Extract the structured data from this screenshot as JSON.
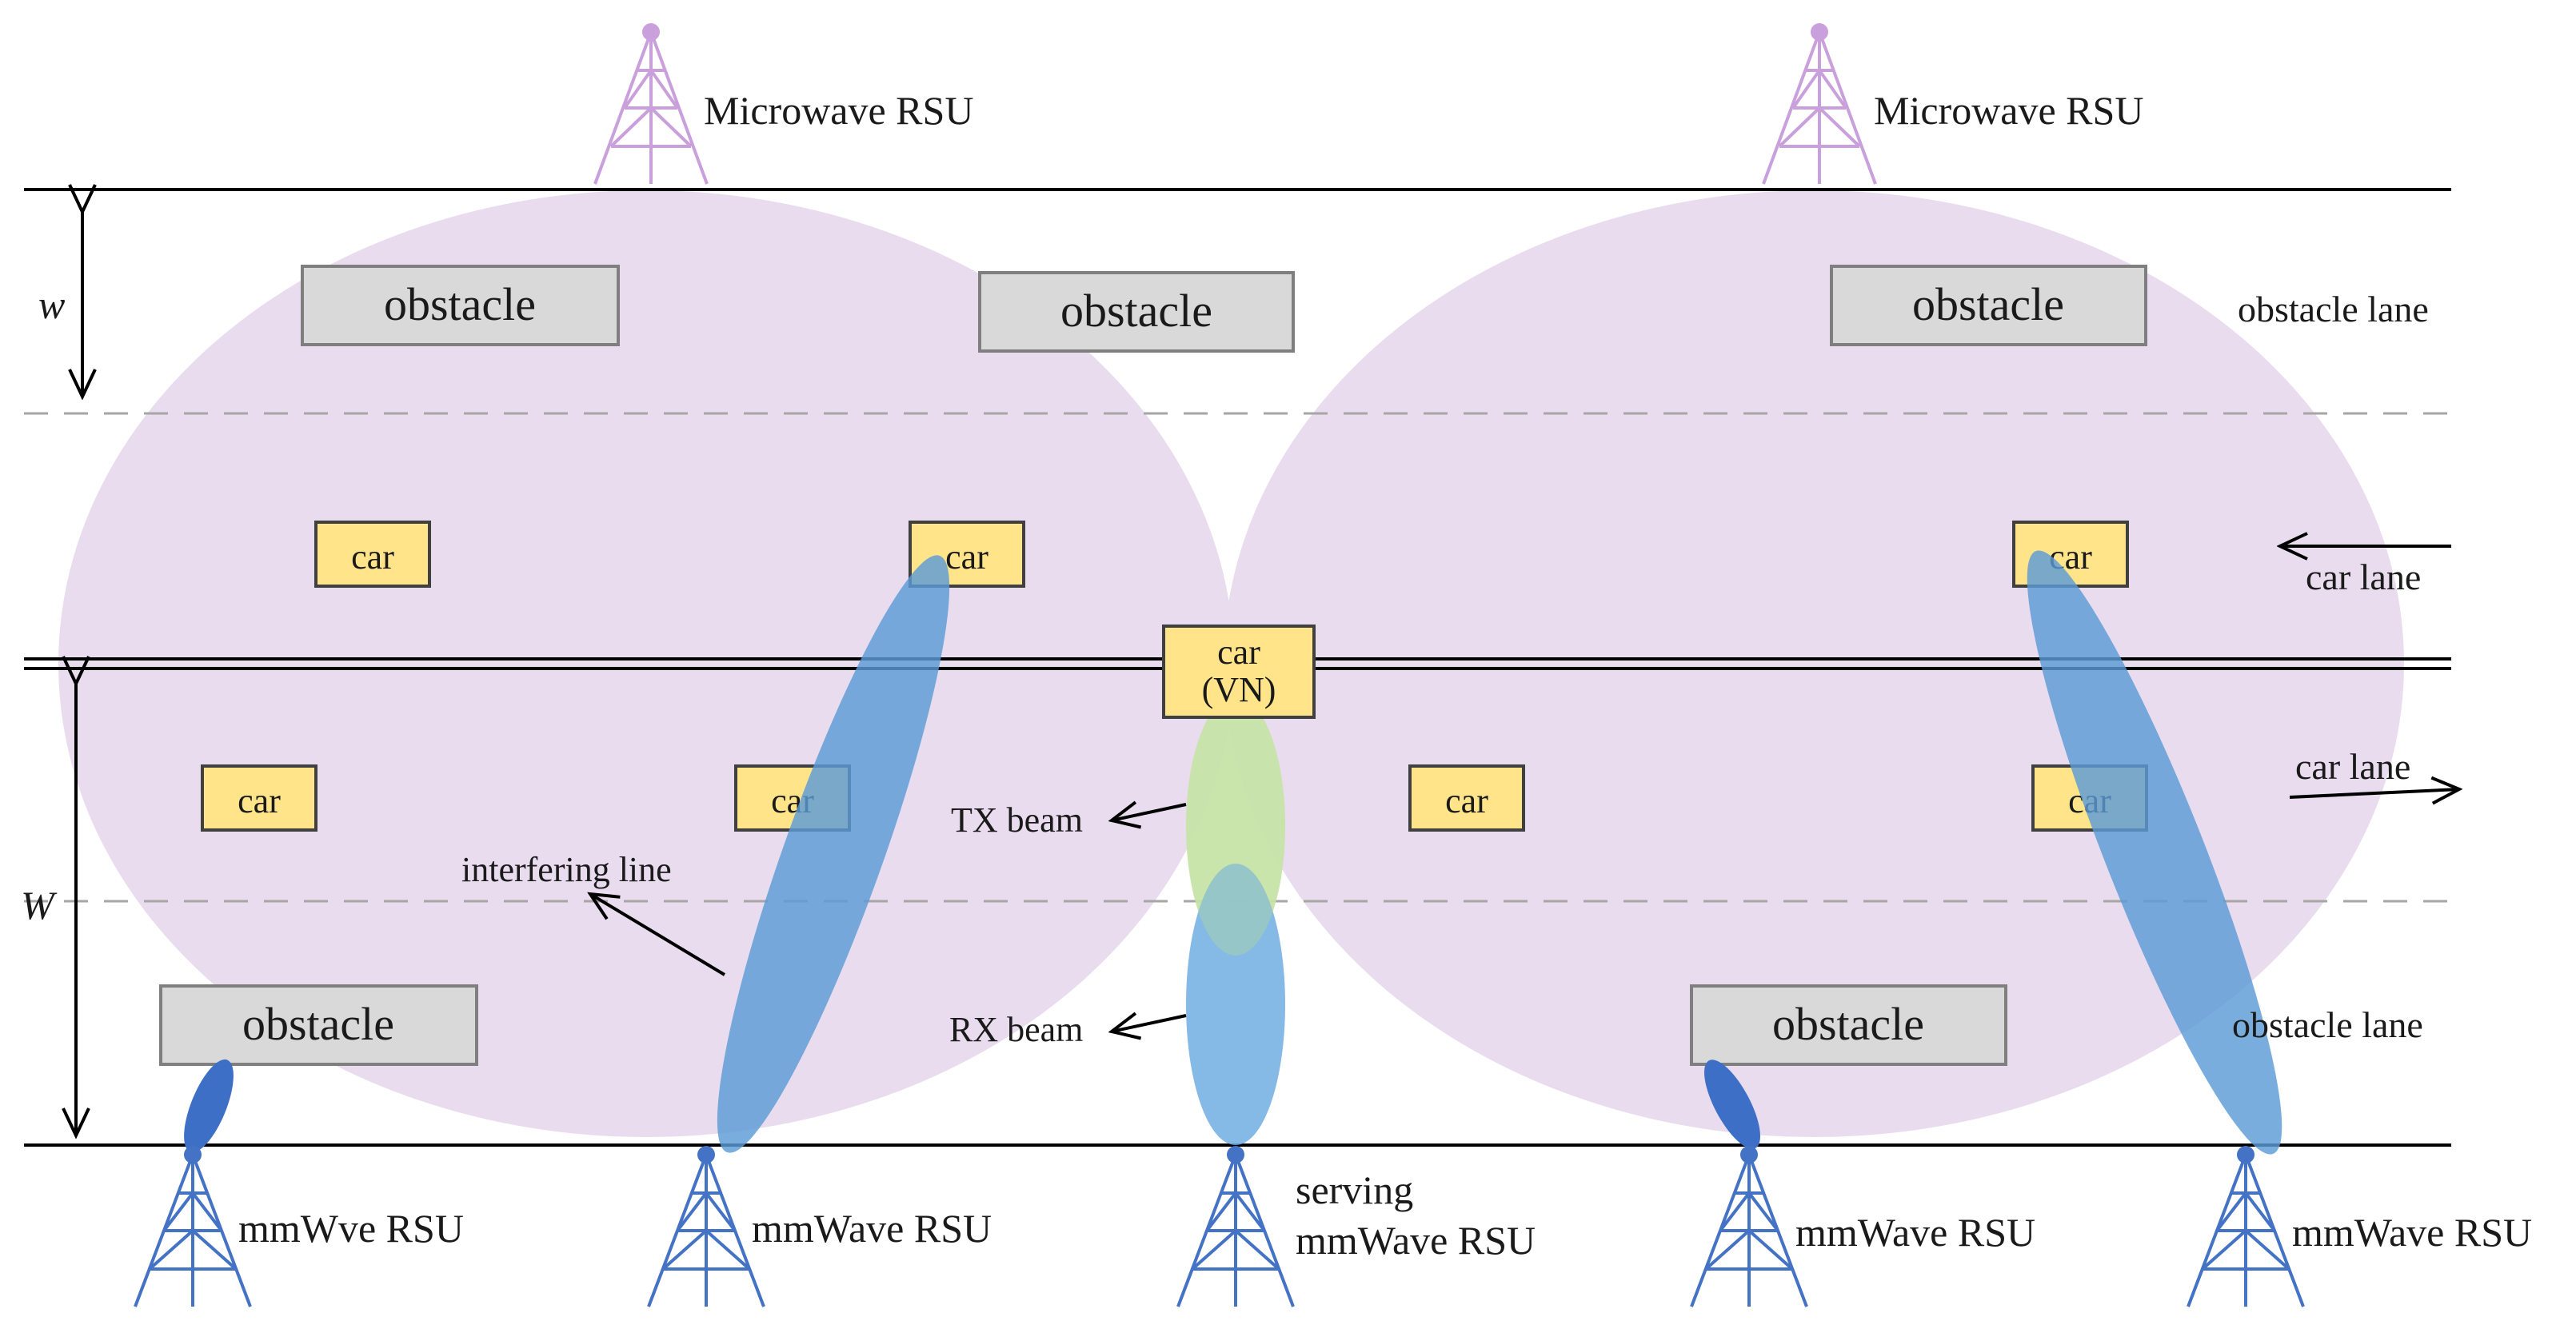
{
  "rsu_labels": {
    "microwave_left": "Microwave RSU",
    "microwave_right": "Microwave RSU",
    "mmwave_1": "mmWve RSU",
    "mmwave_2": "mmWave RSU",
    "serving_line1": "serving",
    "serving_line2": "mmWave RSU",
    "mmwave_4": "mmWave RSU",
    "mmwave_5": "mmWave RSU"
  },
  "obstacles": {
    "top_1": "obstacle",
    "top_2": "obstacle",
    "top_3": "obstacle",
    "bottom_1": "obstacle",
    "bottom_2": "obstacle"
  },
  "cars": {
    "upper_1": "car",
    "upper_2": "car",
    "upper_3": "car",
    "lower_1": "car",
    "lower_2": "car",
    "lower_3": "car",
    "lower_4": "car",
    "vn_line1": "car",
    "vn_line2": "(VN)"
  },
  "lane_labels": {
    "obstacle_lane_top": "obstacle lane",
    "car_lane_upper": "car lane",
    "car_lane_lower": "car lane",
    "obstacle_lane_bottom": "obstacle lane"
  },
  "dimension_labels": {
    "w": "w",
    "W": "W"
  },
  "annotations": {
    "tx_beam": "TX beam",
    "rx_beam": "RX beam",
    "interfering_line": "interfering line"
  },
  "colors": {
    "coverage": "#e9dcee",
    "obstacle_fill": "#d9d9d9",
    "obstacle_stroke": "#7f7f7f",
    "car_fill": "#ffe48a",
    "car_stroke": "#404040",
    "beam_blue": "#5b9bd5",
    "rx_beam": "#7fb4e0",
    "tx_beam": "#c6e3a6",
    "microwave_tower": "#c9a0dc",
    "mmwave_tower": "#4472c4",
    "lines": "#000000",
    "dashed": "#a6a6a6"
  }
}
